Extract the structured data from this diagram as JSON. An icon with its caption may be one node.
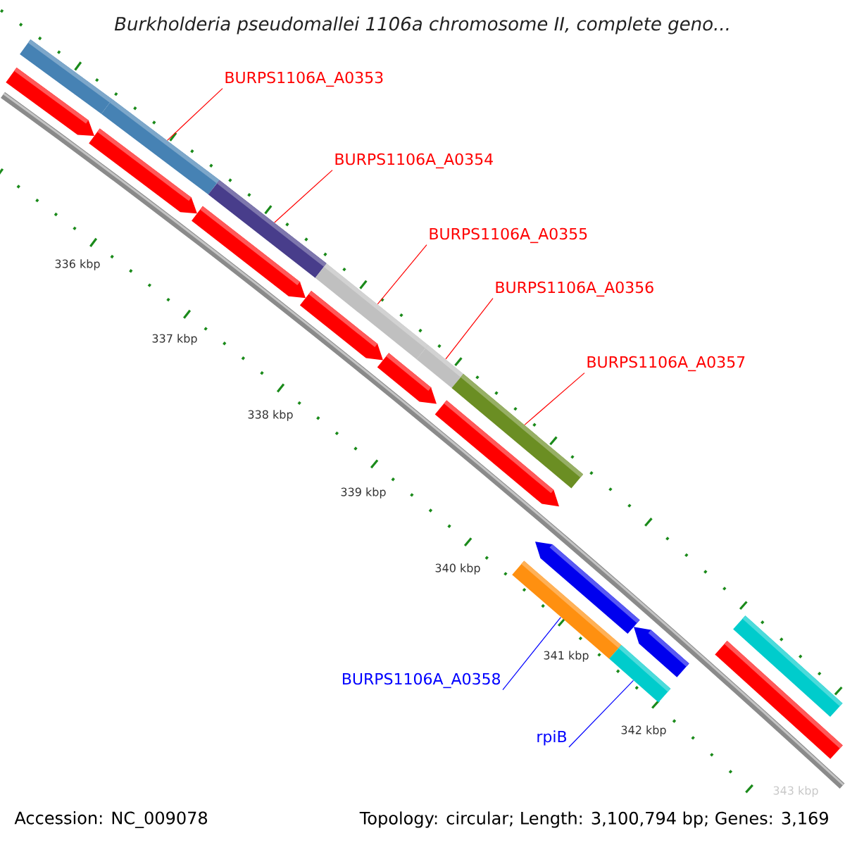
{
  "diagram": {
    "title": "*Burkholderia pseudomallei* 1106a chromosome II, complete geno...",
    "nodes": [
      {
        "text": [
          "BURPS1106A_A0353"
        ]
      },
      {
        "text": [
          "BURPS1106A_A0354"
        ]
      },
      {
        "text": [
          "BURPS1106A_A0355"
        ]
      },
      {
        "text": [
          "BURPS1106A_A0356"
        ]
      },
      {
        "text": [
          "BURPS1106A_A0357"
        ]
      },
      {
        "text": [
          "BURPS1106A_A0358"
        ]
      },
      {
        "text": [
          "rpiB"
        ]
      },
      {
        "text": [],
        "shape": "bar"
      },
      {
        "text": [],
        "shape": "bar"
      },
      {
        "text": [],
        "shape": "bar"
      },
      {
        "text": [],
        "shape": "bar"
      },
      {
        "text": [],
        "shape": "bar"
      },
      {
        "text": [],
        "shape": "bar"
      },
      {
        "text": [],
        "shape": "bar"
      }
    ],
    "edges": [
      {
        "from": 0,
        "to": 7,
        "arrow": "none"
      },
      {
        "from": 1,
        "to": 8,
        "arrow": "none"
      },
      {
        "from": 2,
        "to": 9,
        "arrow": "none"
      },
      {
        "from": 3,
        "to": 10,
        "arrow": "none"
      },
      {
        "from": 4,
        "to": 11,
        "arrow": "none"
      },
      {
        "from": 5,
        "to": 12,
        "arrow": "none",
        "color": "#0000ff"
      },
      {
        "from": 6,
        "to": 13,
        "arrow": "none",
        "color": "#0000ff"
      }
    ],
    "labels": [
      "336 kbp",
      "337 kbp",
      "338 kbp",
      "339 kbp",
      "340 kbp",
      "341 kbp",
      "342 kbp",
      "343 kbp",
      "Accession: NC_009078",
      "Topology: circular; Length: 3,100,794 bp; Genes: 3,169"
    ]
  }
}
